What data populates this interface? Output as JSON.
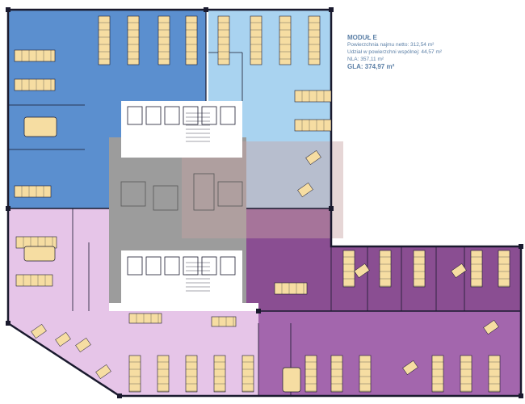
{
  "legend": {
    "title": "MODUŁ E",
    "rows": [
      "Powierzchnia najmu netto: 312,54 m²",
      "Udział w powierzchni wspólnej: 44,57 m²",
      "NLA: 357,11 m²",
      "GLA: 374,97 m²"
    ]
  },
  "colors": {
    "blue_dark": "#5b8fcf",
    "blue_light": "#a9d3f0",
    "pink": "#e6c5e8",
    "purple": "#8a4e92",
    "purple_mid": "#a366ad",
    "core_gray": "#9c9c9c",
    "core_red": "#c8a4a4",
    "desk": "#f6dda2",
    "wall": "#1a1a2e",
    "legend_text": "#5b7fa6"
  }
}
